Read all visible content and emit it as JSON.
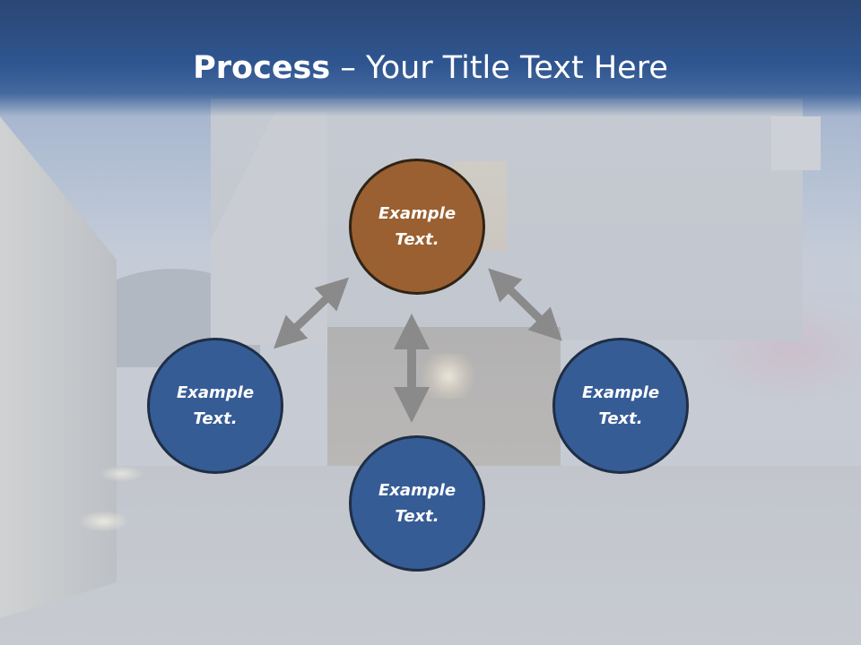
{
  "title": {
    "bold_part": "Process",
    "rest_part": " – Your Title Text Here"
  },
  "diagram": {
    "nodes": [
      {
        "id": "top",
        "label": "Example\nText.",
        "color": "#9a6031"
      },
      {
        "id": "left",
        "label": "Example\nText.",
        "color": "#365c96"
      },
      {
        "id": "right",
        "label": "Example\nText.",
        "color": "#365c96"
      },
      {
        "id": "bottom",
        "label": "Example\nText.",
        "color": "#365c96"
      }
    ],
    "arrows": [
      {
        "from": "top",
        "to": "left",
        "style": "double-headed"
      },
      {
        "from": "top",
        "to": "right",
        "style": "double-headed"
      },
      {
        "from": "top",
        "to": "bottom",
        "style": "double-headed"
      }
    ],
    "arrow_color": "#8a8a8a"
  }
}
